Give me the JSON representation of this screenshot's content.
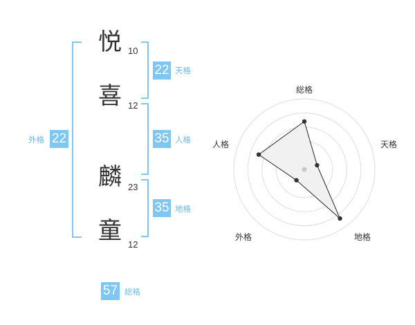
{
  "name": [
    {
      "char": "悦",
      "strokes": "10"
    },
    {
      "char": "喜",
      "strokes": "12"
    },
    {
      "char": "麟",
      "strokes": "23"
    },
    {
      "char": "童",
      "strokes": "12"
    }
  ],
  "kaku": {
    "tenkaku": {
      "label": "天格",
      "value": "22"
    },
    "jinkaku": {
      "label": "人格",
      "value": "35"
    },
    "chikaku": {
      "label": "地格",
      "value": "35"
    },
    "gaikaku": {
      "label": "外格",
      "value": "22"
    },
    "soukaku": {
      "label": "総格",
      "value": "57"
    }
  },
  "radar": {
    "axes": [
      "総格",
      "天格",
      "地格",
      "外格",
      "人格"
    ],
    "values": [
      0.68,
      0.19,
      0.86,
      0.19,
      0.68
    ],
    "colors": {
      "ring": "#dddddd",
      "fill": "#efefef",
      "line": "#222222",
      "point": "#333333",
      "center": "#c8c8c8"
    }
  },
  "colors": {
    "accent": "#7fc6f2"
  }
}
